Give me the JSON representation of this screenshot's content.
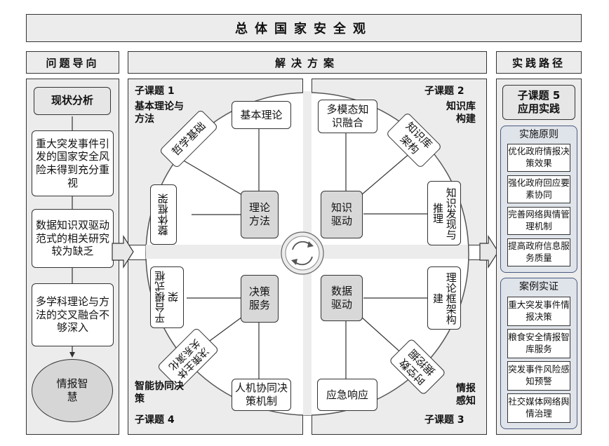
{
  "title": "总体国家安全观",
  "headers": {
    "left": "问题导向",
    "middle": "解决方案",
    "right": "实践路径"
  },
  "left": {
    "top_box": "现状分析",
    "problems": [
      "重大突发事件引发的国家安全风险未得到充分重视",
      "数据知识双驱动范式的相关研究较为缺乏",
      "多学科理论与方法的交叉融合不够深入"
    ],
    "result": "情报智慧"
  },
  "quadrants": {
    "q1": {
      "title": "子课题 1",
      "subtitle": "基本理论与方法",
      "center": "理论方法",
      "nodes": [
        "基本理论",
        "哲学基础",
        "整体框架"
      ]
    },
    "q2": {
      "title": "子课题 2",
      "subtitle": "知识库构建",
      "center": "知识驱动",
      "nodes": [
        "多模态知识融合",
        "知识库架构",
        "知识发现与推理"
      ]
    },
    "q3": {
      "title": "子课题 3",
      "subtitle": "情报感知",
      "center": "数据驱动",
      "nodes": [
        "理论框架构建",
        "时空数据挖掘",
        "应急响应"
      ]
    },
    "q4": {
      "title": "子课题 4",
      "subtitle": "智能协同决策",
      "center": "决策服务",
      "nodes": [
        "平台模式框架",
        "决策主体关系演化",
        "人机协同决策机制"
      ]
    }
  },
  "right": {
    "top_box": "子课题 5 应用实践",
    "principles_title": "实施原则",
    "principles": [
      "优化政府情报决策效果",
      "强化政府回应要素协同",
      "完善网络舆情管理机制",
      "提高政府信息服务质量"
    ],
    "cases_title": "案例实证",
    "cases": [
      "重大突发事件情报决策",
      "粮食安全情报智库服务",
      "突发事件风险感知预警",
      "社交媒体网络舆情治理"
    ]
  },
  "cycle_icon": "refresh-cycle-icon"
}
